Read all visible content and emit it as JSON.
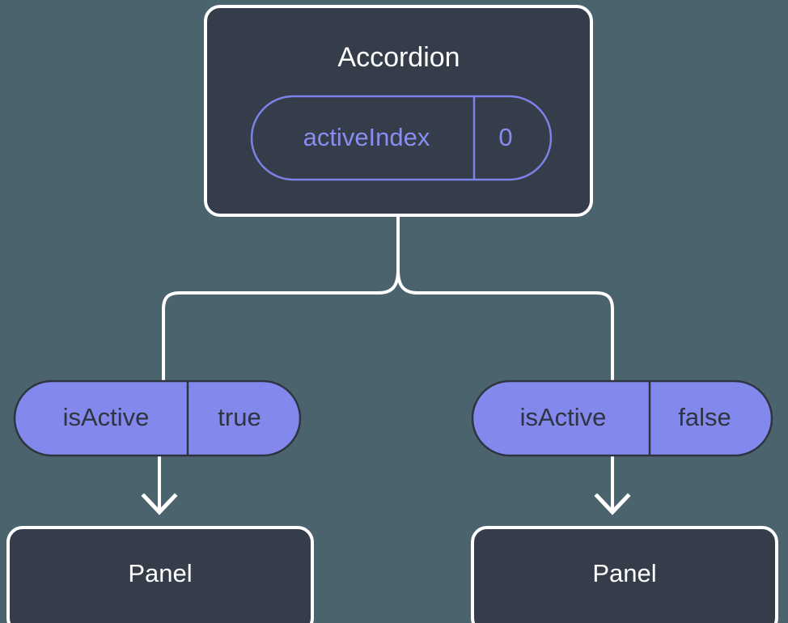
{
  "diagram": {
    "type": "component-state-tree",
    "background_color": "#4a636c",
    "root": {
      "title": "Accordion",
      "box_fill": "#353c4a",
      "box_border_color": "#ffffff",
      "state_pill": {
        "key": "activeIndex",
        "value": "0",
        "style": "outlined",
        "stroke_color": "#7c83e8",
        "text_color": "#878ef0"
      }
    },
    "branches": [
      {
        "prop_pill": {
          "key": "isActive",
          "value": "true",
          "style": "filled",
          "fill_color": "#8388ed",
          "border_color": "#2e3440",
          "text_color": "#2e3440"
        },
        "child": {
          "title": "Panel",
          "box_fill": "#353c4a",
          "box_border_color": "#ffffff"
        },
        "connector": "arrow-down"
      },
      {
        "prop_pill": {
          "key": "isActive",
          "value": "false",
          "style": "filled",
          "fill_color": "#8388ed",
          "border_color": "#2e3440",
          "text_color": "#2e3440"
        },
        "child": {
          "title": "Panel",
          "box_fill": "#353c4a",
          "box_border_color": "#ffffff"
        },
        "connector": "arrow-down"
      }
    ],
    "edges": {
      "color": "#ffffff",
      "width": 4
    }
  }
}
